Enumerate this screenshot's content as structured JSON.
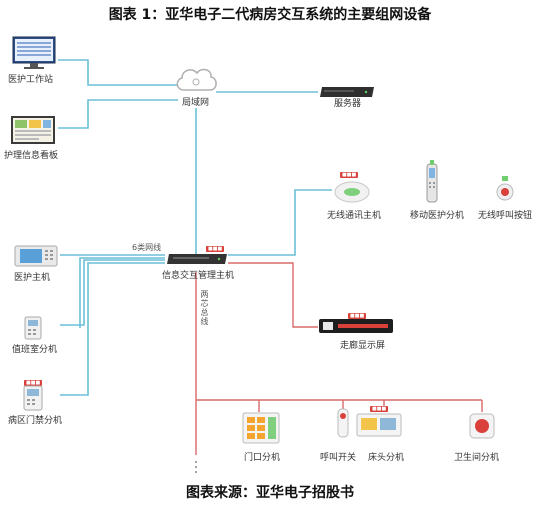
{
  "title": "图表 1：亚华电子二代病房交互系统的主要组网设备",
  "footer": "图表来源：亚华电子招股书",
  "nodes": {
    "workstation": "医护工作站",
    "board": "护理信息看板",
    "lan": "局域网",
    "server": "服务器",
    "wireless_host": "无线通讯主机",
    "mobile_ext": "移动医护分机",
    "wireless_btn": "无线呼叫按钮",
    "nurse_host": "医护主机",
    "manager_host": "信息交互管理主机",
    "duty_ext": "值班室分机",
    "ward_gate_ext": "病区门禁分机",
    "corridor_display": "走廊显示屏",
    "door_ext": "门口分机",
    "call_switch": "呼叫开关",
    "bed_ext": "床头分机",
    "toilet_ext": "卫生间分机"
  },
  "links": {
    "cat6": "6类网线",
    "twisted_pair": "两芯总线"
  },
  "colors": {
    "lan_line": "#6bbfd9",
    "bus_line": "#d86a6a"
  }
}
